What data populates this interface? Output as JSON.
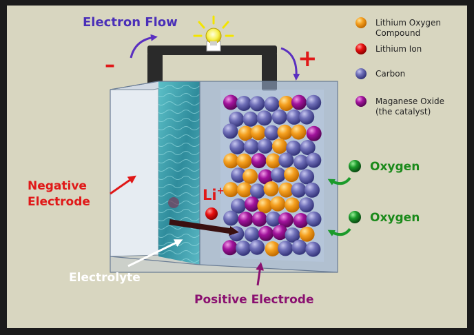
{
  "labels": {
    "electron_flow": "Electron Flow",
    "negative_electrode_line1": "Negative",
    "negative_electrode_line2": "Electrode",
    "electrolyte": "Electrolyte",
    "positive_electrode": "Positive Electrode",
    "oxygen_top": "Oxygen",
    "oxygen_bottom": "Oxygen",
    "li_ion": "Li",
    "li_sup": "+",
    "minus": "–",
    "plus": "+"
  },
  "legend": [
    {
      "line1": "Lithium Oxygen",
      "line2": "Compound",
      "color": "#f5a020"
    },
    {
      "line1": "Lithium Ion",
      "line2": "",
      "color": "#e81010"
    },
    {
      "line1": "Carbon",
      "line2": "",
      "color": "#6f6fb8"
    },
    {
      "line1": "Maganese Oxide",
      "line2": "(the catalyst)",
      "color": "#a2139c"
    }
  ],
  "colors": {
    "background": "#d8d6c0",
    "frame": "#1b1b1b",
    "electron_flow_text": "#4a2fb8",
    "arrow_purple": "#5a2fc0",
    "negative_label": "#e01818",
    "minus": "#e01818",
    "plus": "#e01818",
    "positive_label": "#8a1070",
    "oxygen_label": "#1a8a1a",
    "oxygen_ball": "#1a9a2a",
    "electrolyte_text": "#ffffff",
    "lithium_oxygen_compound": "#f5a020",
    "lithium_ion": "#e81010",
    "carbon": "#6f6fb8",
    "manganese_oxide": "#a2139c",
    "electrolyte_fill": "#3a9aa8",
    "negative_fill": "#e6ecf2",
    "cathode_fill": "#9ab2d6"
  }
}
